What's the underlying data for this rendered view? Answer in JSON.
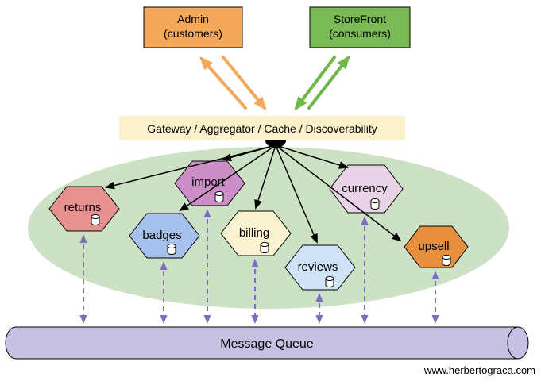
{
  "clients": {
    "admin": {
      "line1": "Admin",
      "line2": "(customers)",
      "fill": "#F4A85A"
    },
    "storefront": {
      "line1": "StoreFront",
      "line2": "(consumers)",
      "fill": "#7ABA55"
    }
  },
  "gateway": {
    "label": "Gateway / Aggregator / Cache / Discoverability",
    "fill": "#FBF1CC"
  },
  "services": {
    "returns": {
      "label": "returns",
      "fill": "#E69090"
    },
    "badges": {
      "label": "badges",
      "fill": "#A6C1EE"
    },
    "import": {
      "label": "import",
      "fill": "#CB8EC6"
    },
    "billing": {
      "label": "billing",
      "fill": "#FBF2CF"
    },
    "reviews": {
      "label": "reviews",
      "fill": "#CFE3F6"
    },
    "currency": {
      "label": "currency",
      "fill": "#EAD3E7"
    },
    "upsell": {
      "label": "upsell",
      "fill": "#E78F3C"
    }
  },
  "message_queue": {
    "label": "Message Queue",
    "fill": "#C8C0E1"
  },
  "colors": {
    "platform": "#CDE2C5",
    "admin_arrow": "#F4A85A",
    "storefront_arrow": "#6FB847",
    "fan_arrow": "#000000",
    "queue_arrow": "#7C6DC1",
    "watermark": "#9C9C9C"
  },
  "watermark": "www.herbertograca.com"
}
